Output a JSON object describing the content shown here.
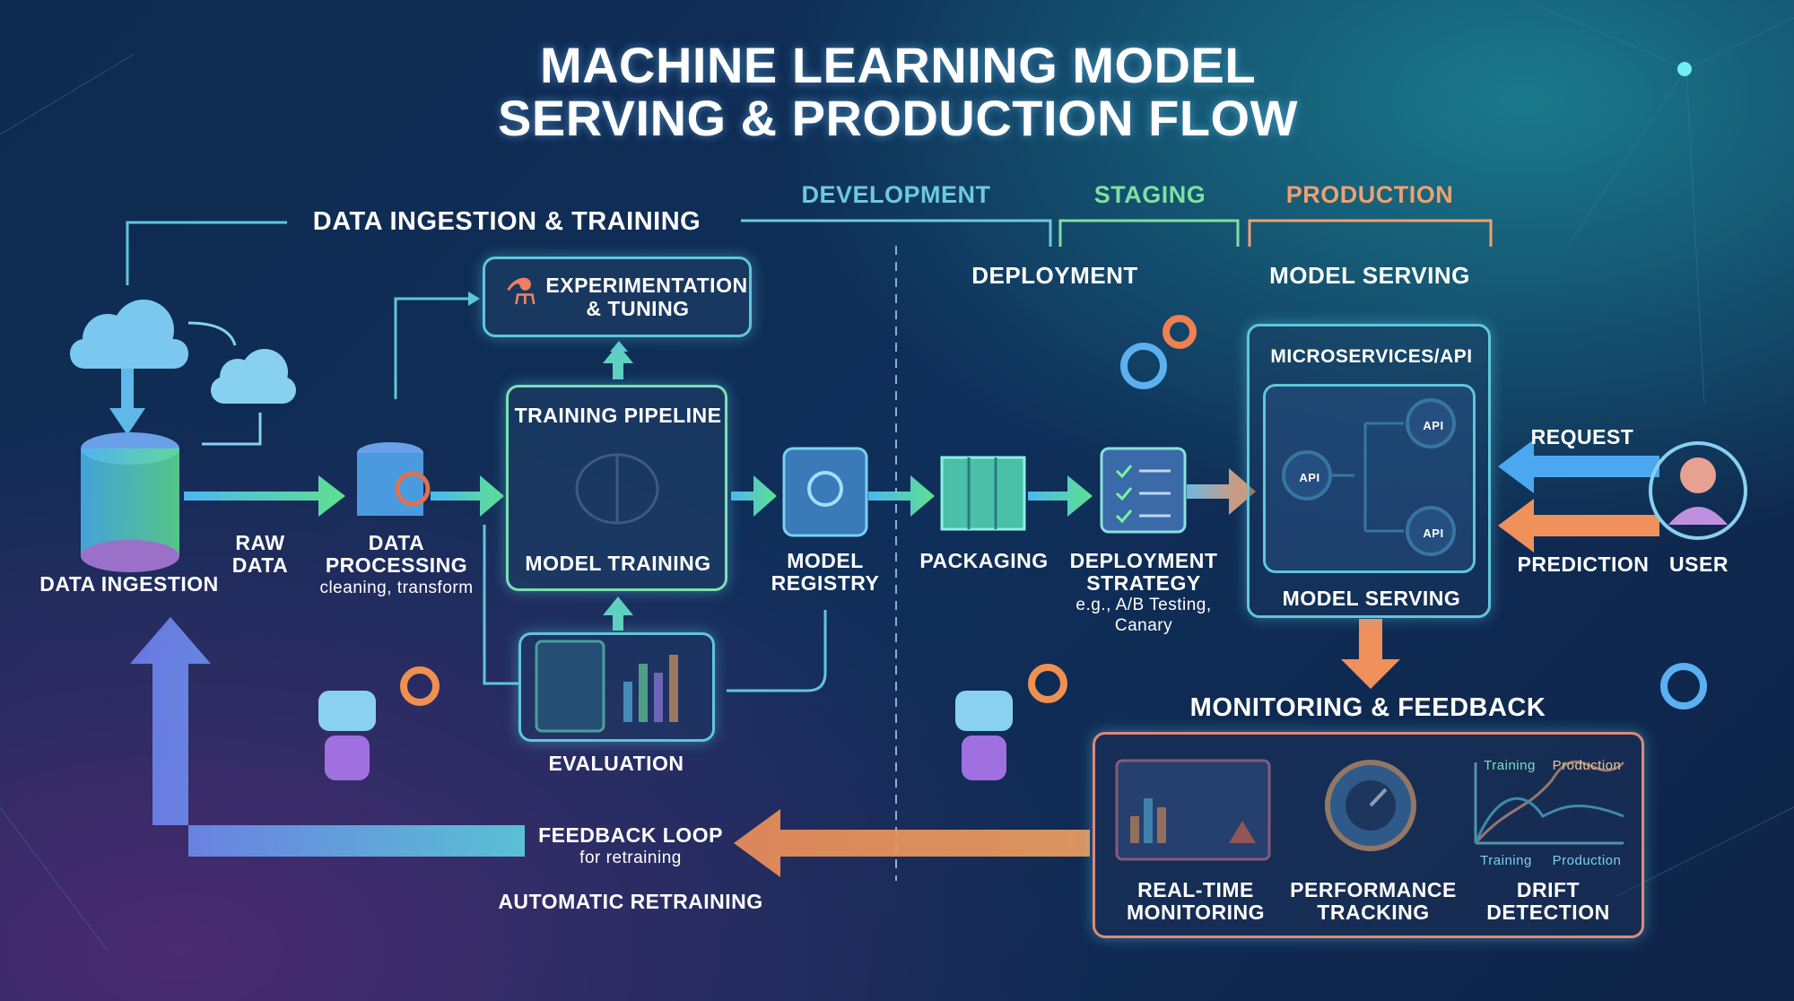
{
  "title": {
    "line1": "MACHINE LEARNING MODEL",
    "line2": "SERVING & PRODUCTION FLOW"
  },
  "sections": {
    "ingestion": "DATA INGESTION & TRAINING",
    "development": "DEVELOPMENT",
    "staging": "STAGING",
    "production": "PRODUCTION",
    "deployment": "DEPLOYMENT",
    "model_serving": "MODEL SERVING",
    "monitoring": "MONITORING & FEEDBACK"
  },
  "nodes": {
    "data_ingestion": "DATA INGESTION",
    "raw_data_1": "RAW",
    "raw_data_2": "DATA",
    "processing_1": "DATA",
    "processing_2": "PROCESSING",
    "processing_sub": "cleaning, transform",
    "experimentation_1": "EXPERIMENTATION",
    "experimentation_2": "& TUNING",
    "training_pipeline": "TRAINING PIPELINE",
    "model_training": "MODEL TRAINING",
    "evaluation": "EVALUATION",
    "registry_1": "MODEL",
    "registry_2": "REGISTRY",
    "packaging": "PACKAGING",
    "strategy_1": "DEPLOYMENT",
    "strategy_2": "STRATEGY",
    "strategy_sub1": "e.g., A/B Testing,",
    "strategy_sub2": "Canary",
    "microservices": "MICROSERVICES/API",
    "api": "API",
    "serving": "MODEL SERVING",
    "request": "REQUEST",
    "prediction": "PREDICTION",
    "user": "USER",
    "realtime_1": "REAL-TIME",
    "realtime_2": "MONITORING",
    "perf_1": "PERFORMANCE",
    "perf_2": "TRACKING",
    "drift_1": "DRIFT",
    "drift_2": "DETECTION",
    "drift_top_training": "Training",
    "drift_top_production": "Production",
    "drift_axis_training": "Training",
    "drift_axis_production": "Production",
    "feedback": "FEEDBACK LOOP",
    "feedback_sub": "for retraining",
    "auto_retraining": "AUTOMATIC RETRAINING"
  },
  "colors": {
    "cyan": "#5fc6d8",
    "green": "#5fd88a",
    "orange": "#f0905a",
    "blue": "#5aa8f0",
    "dev": "#6ec8e0",
    "staging": "#7ee0a0",
    "prod": "#f0a070"
  }
}
